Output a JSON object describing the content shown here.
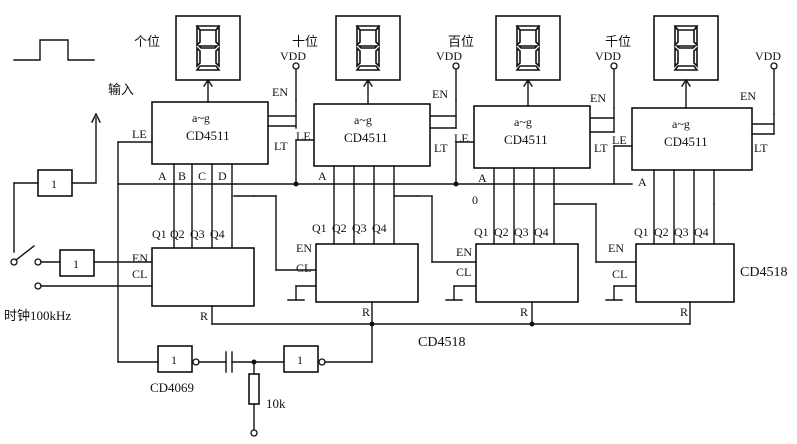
{
  "digits": [
    {
      "place": "个位",
      "vdd": ""
    },
    {
      "place": "十位",
      "vdd": "VDD"
    },
    {
      "place": "百位",
      "vdd": "VDD"
    },
    {
      "place": "千位",
      "vdd": "VDD"
    }
  ],
  "extra_vdd": "VDD",
  "decoder": {
    "name": "CD4511",
    "out": "a~g",
    "le": "LE",
    "lt": "LT",
    "en": "EN",
    "inputs": [
      "A",
      "B",
      "C",
      "D"
    ],
    "a_only": "A"
  },
  "counter": {
    "name": "CD4518",
    "outputs": [
      "Q1",
      "Q2",
      "Q3",
      "Q4"
    ],
    "en": "EN",
    "cl": "CL",
    "r": "R"
  },
  "input_label": "输入",
  "clock_label": "时钟100kHz",
  "inverter_label": "CD4069",
  "gate_value": "1",
  "resistor_label": "10k",
  "zero_label": "0"
}
